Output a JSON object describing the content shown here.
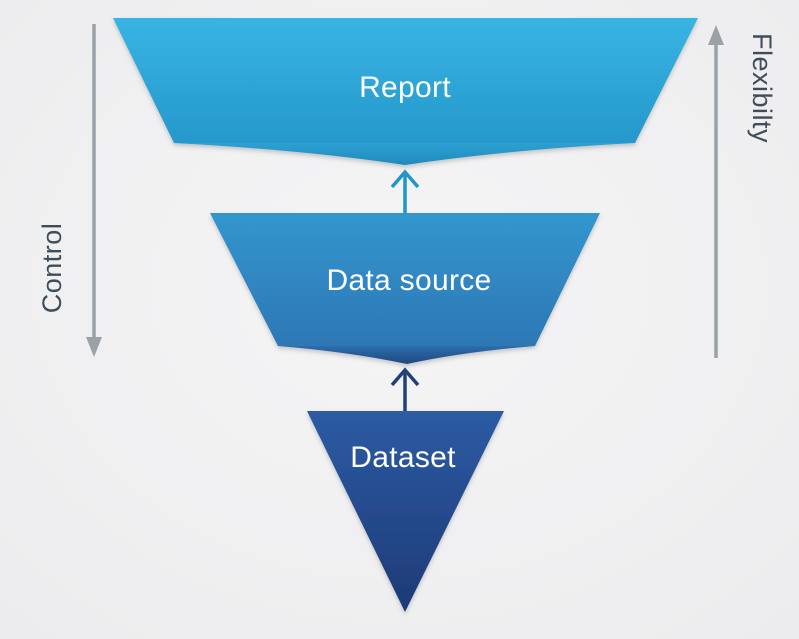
{
  "diagram": {
    "background": "#f0f0f1",
    "label_color": "#ffffff",
    "layers": [
      {
        "id": "report",
        "label": "Report",
        "fill_top": "#38b4e3",
        "fill_bottom": "#2598cc",
        "flap_top": "#2da0d1",
        "flap_bottom": "#1e8abc"
      },
      {
        "id": "data-source",
        "label": "Data source",
        "fill_top": "#3396cd",
        "fill_bottom": "#2d77b5",
        "flap_top": "#2d6dac",
        "flap_bottom": "#1f4880"
      },
      {
        "id": "dataset",
        "label": "Dataset",
        "fill_top": "#2d5ba4",
        "fill_bottom": "#1d3a75"
      }
    ],
    "arrows": [
      {
        "id": "datasource-to-report",
        "color": "#1e96c8"
      },
      {
        "id": "dataset-to-datasource",
        "color": "#1f4178"
      }
    ],
    "axes": {
      "label_color": "#3f4d5a",
      "arrow_color": "#9ca1a7",
      "left": {
        "label": "Control",
        "direction": "down"
      },
      "right": {
        "label": "Flexibilty",
        "direction": "up"
      }
    }
  }
}
